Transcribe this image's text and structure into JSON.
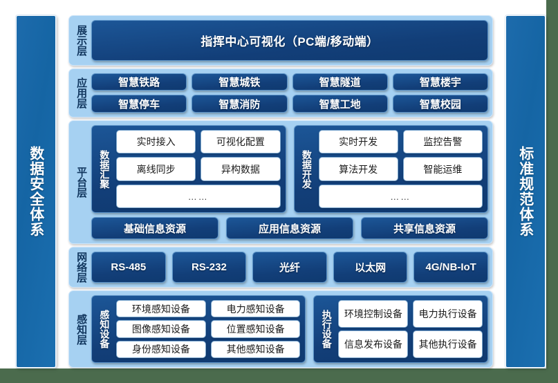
{
  "meta": {
    "colors": {
      "page_background": "#4b6b4d",
      "canvas": "#ffffff",
      "layer_band": "#a6d1f2",
      "chip_dark_blue": "#123e78",
      "pillar_blue": "#1565a4",
      "chip_white": "#ffffff"
    }
  },
  "pillars": {
    "left": {
      "label": "数据安全体系"
    },
    "right": {
      "label": "标准规范体系"
    }
  },
  "layers": [
    {
      "id": "display",
      "label": "展示层",
      "banner": "指挥中心可视化（PC端/移动端）"
    },
    {
      "id": "application",
      "label": "应用层",
      "rows": [
        [
          "智慧铁路",
          "智慧城铁",
          "智慧隧道",
          "智慧楼宇"
        ],
        [
          "智慧停车",
          "智慧消防",
          "智慧工地",
          "智慧校园"
        ]
      ]
    },
    {
      "id": "platform",
      "label": "平台层",
      "groups": [
        {
          "label": "数据汇聚",
          "rows": [
            [
              "实时接入",
              "可视化配置"
            ],
            [
              "离线同步",
              "异构数据"
            ],
            [
              "……"
            ]
          ]
        },
        {
          "label": "数据开发",
          "rows": [
            [
              "实时开发",
              "监控告警"
            ],
            [
              "算法开发",
              "智能运维"
            ],
            [
              "……"
            ]
          ]
        }
      ],
      "resources": [
        "基础信息资源",
        "应用信息资源",
        "共享信息资源"
      ]
    },
    {
      "id": "network",
      "label": "网络层",
      "items": [
        "RS-485",
        "RS-232",
        "光纤",
        "以太网",
        "4G/NB-IoT"
      ]
    },
    {
      "id": "sensing",
      "label": "感知层",
      "groups": [
        {
          "label": "感知设备",
          "rows": [
            [
              "环境感知设备",
              "电力感知设备"
            ],
            [
              "图像感知设备",
              "位置感知设备"
            ],
            [
              "身份感知设备",
              "其他感知设备"
            ]
          ]
        },
        {
          "label": "执行设备",
          "rows": [
            [
              "环境控制设备",
              "电力执行设备"
            ],
            [
              "信息发布设备",
              "其他执行设备"
            ]
          ]
        }
      ]
    }
  ]
}
